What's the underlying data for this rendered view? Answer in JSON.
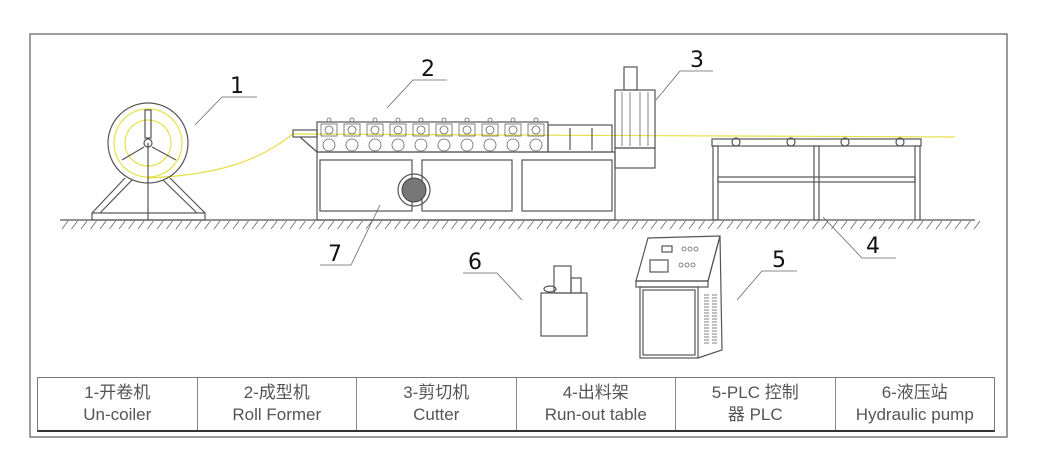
{
  "callouts": [
    "1",
    "2",
    "3",
    "4",
    "5",
    "6",
    "7"
  ],
  "legend": [
    {
      "cn": "1-开卷机",
      "en": "Un-coiler"
    },
    {
      "cn": "2-成型机",
      "en": "Roll Former"
    },
    {
      "cn": "3-剪切机",
      "en": "Cutter"
    },
    {
      "cn": "4-出料架",
      "en": "Run-out table"
    },
    {
      "cn": "5-PLC 控制",
      "en": "器 PLC"
    },
    {
      "cn": "6-液压站",
      "en": "Hydraulic pump"
    }
  ],
  "colors": {
    "strip": "#e8e04a",
    "line": "#555555",
    "text": "#555555"
  }
}
